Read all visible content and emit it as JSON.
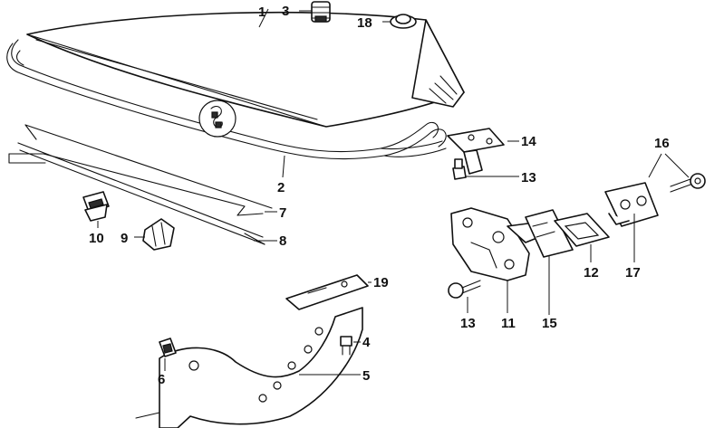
{
  "diagram": {
    "callouts": [
      {
        "id": "p1",
        "text": "1"
      },
      {
        "id": "p2",
        "text": "2"
      },
      {
        "id": "p3",
        "text": "3"
      },
      {
        "id": "p4",
        "text": "4"
      },
      {
        "id": "p5",
        "text": "5"
      },
      {
        "id": "p6",
        "text": "6"
      },
      {
        "id": "p7",
        "text": "7"
      },
      {
        "id": "p8",
        "text": "8"
      },
      {
        "id": "p9",
        "text": "9"
      },
      {
        "id": "p10",
        "text": "10"
      },
      {
        "id": "p11",
        "text": "11"
      },
      {
        "id": "p12",
        "text": "12"
      },
      {
        "id": "p13a",
        "text": "13"
      },
      {
        "id": "p13b",
        "text": "13"
      },
      {
        "id": "p14",
        "text": "14"
      },
      {
        "id": "p15",
        "text": "15"
      },
      {
        "id": "p16",
        "text": "16"
      },
      {
        "id": "p17",
        "text": "17"
      },
      {
        "id": "p18",
        "text": "18"
      },
      {
        "id": "p19",
        "text": "19"
      }
    ]
  }
}
